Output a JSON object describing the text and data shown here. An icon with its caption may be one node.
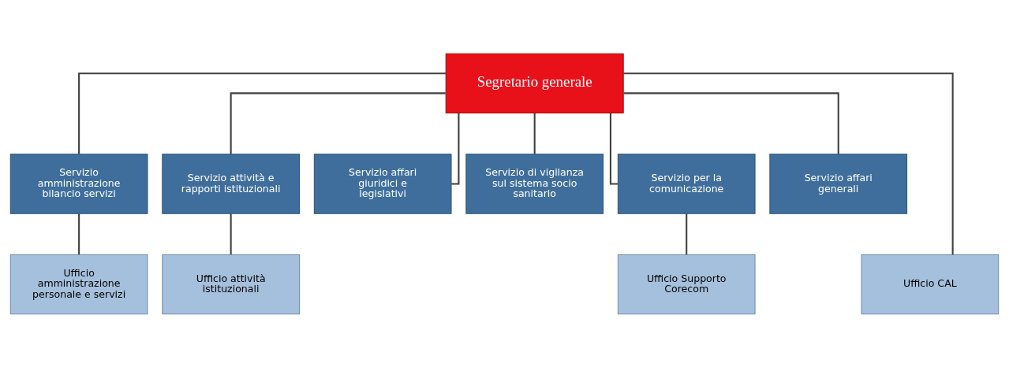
{
  "diagram": {
    "nodes": [
      {
        "text": [
          "Segretario generale"
        ]
      },
      {
        "text": [
          "Servizio amministrazione bilancio servizi"
        ]
      },
      {
        "text": [
          "Servizio attività e rapporti istituzionali"
        ]
      },
      {
        "text": [
          "Servizio affari giuridici e legislativi"
        ]
      },
      {
        "text": [
          "Servizio di vigilanza sul sistema socio sanitario"
        ]
      },
      {
        "text": [
          "Servizio per la comunicazione"
        ]
      },
      {
        "text": [
          "Servizio affari generali"
        ]
      },
      {
        "text": [
          "Ufficio amministrazione personale e servizi"
        ]
      },
      {
        "text": [
          "Ufficio attività istituzionali"
        ]
      },
      {
        "text": [
          "Ufficio CAL"
        ]
      },
      {
        "text": [
          "Ufficio Supporto Corecom"
        ]
      }
    ],
    "edges": [
      {
        "from": 0,
        "to": 1,
        "arrow": "none"
      },
      {
        "from": 0,
        "to": 2,
        "arrow": "none"
      },
      {
        "from": 0,
        "to": 3,
        "arrow": "none"
      },
      {
        "from": 0,
        "to": 9,
        "arrow": "none"
      },
      {
        "from": 0,
        "to": 4,
        "arrow": "none"
      },
      {
        "from": 0,
        "to": 5,
        "arrow": "none"
      },
      {
        "from": 0,
        "to": 6,
        "arrow": "none"
      },
      {
        "from": 1,
        "to": 7,
        "arrow": "none"
      },
      {
        "from": 2,
        "to": 8,
        "arrow": "none"
      },
      {
        "from": 5,
        "to": 10,
        "arrow": "none"
      }
    ]
  }
}
